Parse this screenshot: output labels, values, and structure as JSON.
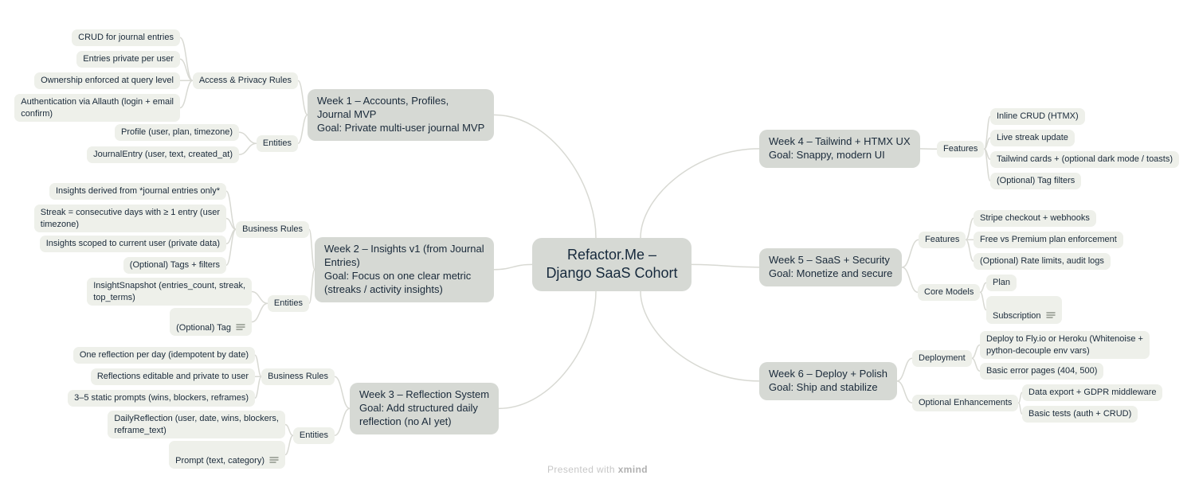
{
  "colors": {
    "primary_node_fill": "#d6d9d4",
    "secondary_node_fill": "#eef0ea",
    "text": "#1a2a3a",
    "connector": "#d8d9d3"
  },
  "center": {
    "title": "Refactor.Me –\nDjango SaaS Cohort"
  },
  "weeks": [
    {
      "topic": "Week 1 – Accounts, Profiles,\nJournal MVP\nGoal: Private multi-user journal MVP",
      "groups": [
        {
          "label": "Access & Privacy Rules",
          "children": [
            {
              "text": "CRUD for journal entries"
            },
            {
              "text": "Entries private per user"
            },
            {
              "text": "Ownership enforced at query level"
            },
            {
              "text": "Authentication via Allauth (login + email\nconfirm)"
            }
          ]
        },
        {
          "label": "Entities",
          "children": [
            {
              "text": "Profile (user, plan, timezone)"
            },
            {
              "text": "JournalEntry (user, text, created_at)"
            }
          ]
        }
      ]
    },
    {
      "topic": "Week 2 – Insights v1 (from Journal\nEntries)\nGoal: Focus on one clear metric\n(streaks / activity insights)",
      "groups": [
        {
          "label": "Business Rules",
          "children": [
            {
              "text": "Insights derived from *journal entries only*"
            },
            {
              "text": "Streak = consecutive days with ≥ 1 entry (user\ntimezone)"
            },
            {
              "text": "Insights scoped to current user (private data)"
            },
            {
              "text": "(Optional) Tags + filters"
            }
          ]
        },
        {
          "label": "Entities",
          "children": [
            {
              "text": "InsightSnapshot (entries_count, streak,\ntop_terms)"
            },
            {
              "text": "(Optional) Tag",
              "icon": "notes-icon"
            }
          ]
        }
      ]
    },
    {
      "topic": "Week 3 – Reflection System\nGoal: Add structured daily\nreflection (no AI yet)",
      "groups": [
        {
          "label": "Business Rules",
          "children": [
            {
              "text": "One reflection per day (idempotent by date)"
            },
            {
              "text": "Reflections editable and private to user"
            },
            {
              "text": "3–5 static prompts (wins, blockers, reframes)"
            }
          ]
        },
        {
          "label": "Entities",
          "children": [
            {
              "text": "DailyReflection (user, date, wins, blockers,\nreframe_text)"
            },
            {
              "text": "Prompt (text, category)",
              "icon": "notes-icon"
            }
          ]
        }
      ]
    },
    {
      "topic": "Week 4 – Tailwind + HTMX UX\nGoal: Snappy, modern UI",
      "groups": [
        {
          "label": "Features",
          "children": [
            {
              "text": "Inline CRUD (HTMX)"
            },
            {
              "text": "Live streak update"
            },
            {
              "text": "Tailwind cards + (optional dark mode / toasts)"
            },
            {
              "text": "(Optional) Tag filters"
            }
          ]
        }
      ]
    },
    {
      "topic": "Week 5 – SaaS + Security\nGoal: Monetize and secure",
      "groups": [
        {
          "label": "Features",
          "children": [
            {
              "text": "Stripe checkout + webhooks"
            },
            {
              "text": "Free vs Premium plan enforcement"
            },
            {
              "text": "(Optional) Rate limits, audit logs"
            }
          ]
        },
        {
          "label": "Core Models",
          "children": [
            {
              "text": "Plan"
            },
            {
              "text": "Subscription",
              "icon": "notes-icon"
            }
          ]
        }
      ]
    },
    {
      "topic": "Week 6 – Deploy + Polish\nGoal: Ship and stabilize",
      "groups": [
        {
          "label": "Deployment",
          "children": [
            {
              "text": "Deploy to Fly.io or Heroku (Whitenoise +\npython-decouple env vars)"
            },
            {
              "text": "Basic error pages (404, 500)"
            }
          ]
        },
        {
          "label": "Optional Enhancements",
          "children": [
            {
              "text": "Data export + GDPR middleware"
            },
            {
              "text": "Basic tests (auth + CRUD)"
            }
          ]
        }
      ]
    }
  ],
  "footer": {
    "prefix": "Presented with",
    "brand": "xmind"
  }
}
